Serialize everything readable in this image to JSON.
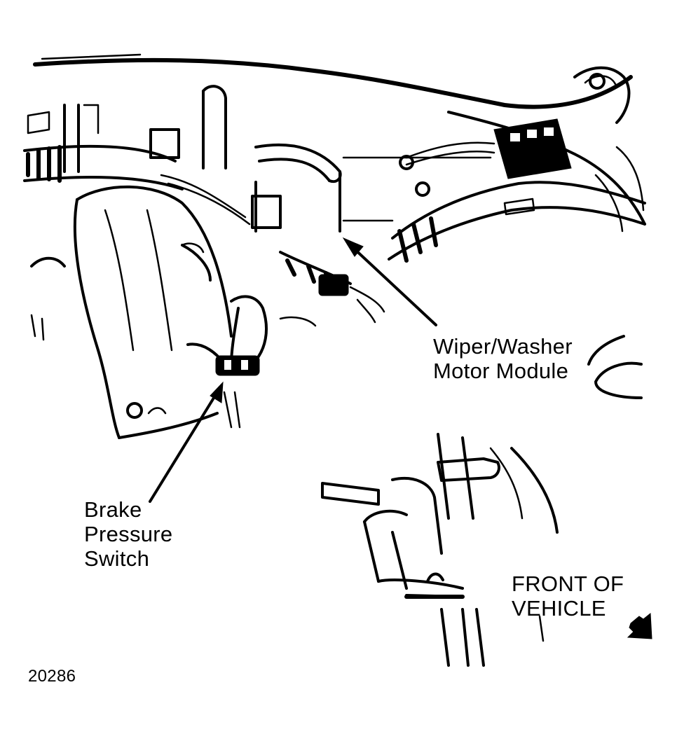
{
  "labels": {
    "wiper_washer": [
      "Wiper/Washer",
      "Motor Module"
    ],
    "brake_switch": [
      "Brake",
      "Pressure",
      "Switch"
    ],
    "front_of_vehicle": [
      "FRONT OF",
      "VEHICLE"
    ],
    "figure_number": "20286"
  },
  "icons": {
    "direction_arrow": "front-direction-arrow-icon",
    "leader_arrows": [
      "wiper-module-leader-arrow",
      "brake-switch-leader-arrow"
    ]
  },
  "colors": {
    "ink": "#000000",
    "paper": "#ffffff"
  }
}
